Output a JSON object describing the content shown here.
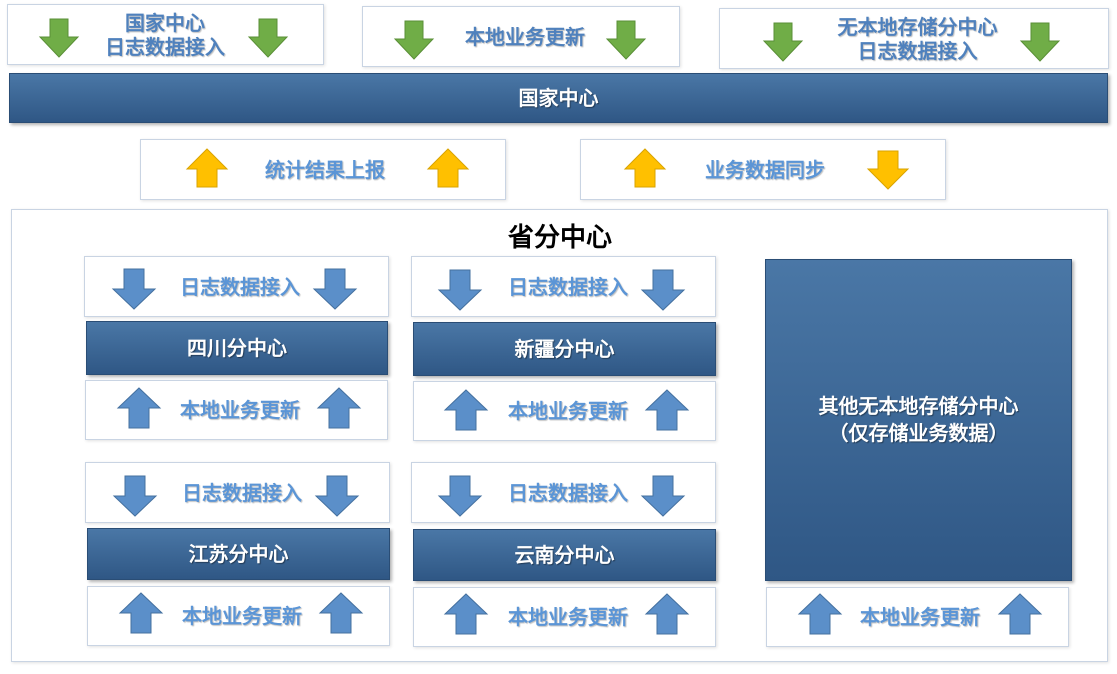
{
  "colors": {
    "green_arrow": "#70ad47",
    "yellow_arrow": "#ffc000",
    "blue_arrow": "#5b8fc9",
    "bar_fill": "#3c6896",
    "label_blue": "#4f81bd"
  },
  "top": {
    "national_log": "国家中心\n日志数据接入",
    "local_update": "本地业务更新",
    "no_local_log": "无本地存储分中心\n日志数据接入"
  },
  "national_center": "国家中心",
  "middle": {
    "stats_report": "统计结果上报",
    "data_sync": "业务数据同步"
  },
  "province": {
    "title": "省分中心",
    "centers": {
      "sichuan": {
        "name": "四川分中心",
        "log": "日志数据接入",
        "update": "本地业务更新"
      },
      "xinjiang": {
        "name": "新疆分中心",
        "log": "日志数据接入",
        "update": "本地业务更新"
      },
      "jiangsu": {
        "name": "江苏分中心",
        "log": "日志数据接入",
        "update": "本地业务更新"
      },
      "yunnan": {
        "name": "云南分中心",
        "log": "日志数据接入",
        "update": "本地业务更新"
      }
    },
    "others": {
      "name": "其他无本地存储分中心\n（仅存储业务数据）",
      "update": "本地业务更新"
    }
  }
}
